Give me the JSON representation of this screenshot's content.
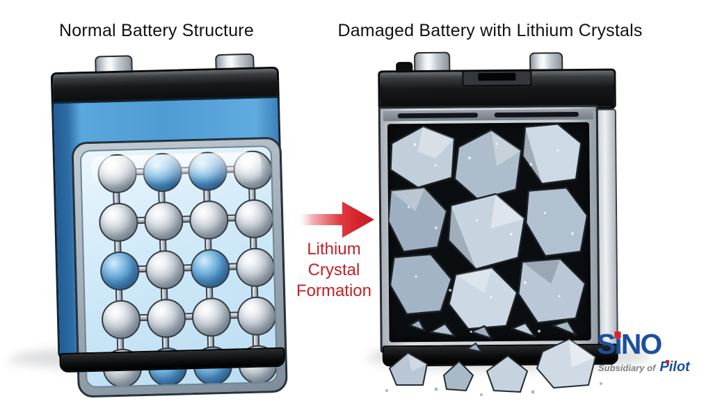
{
  "left_figure": {
    "title": "Normal Battery Structure",
    "battery_lattice": {
      "columns": 4,
      "rows": 5,
      "cells": [
        [
          "silver",
          "blue",
          "blue",
          "silver"
        ],
        [
          "silver",
          "silver",
          "silver",
          "silver"
        ],
        [
          "blue",
          "silver",
          "blue",
          "silver"
        ],
        [
          "silver",
          "silver",
          "silver",
          "silver"
        ],
        [
          "silver",
          "blue",
          "blue",
          "silver"
        ]
      ]
    }
  },
  "transition": {
    "line1": "Lithium",
    "line2": "Crystal",
    "line3": "Formation",
    "arrow_direction": "right"
  },
  "right_figure": {
    "title": "Damaged Battery with Lithium Crystals",
    "contents": "lithium-crystals"
  },
  "logo": {
    "brand_full": "SiNO",
    "brand_s": "S",
    "brand_i": "i",
    "brand_no": "NO",
    "subsidiary_text": "Subsidiary of",
    "subsidiary_brand": "Pilot"
  },
  "colors": {
    "arrow_red": "#d2232a",
    "label_red": "#c22127",
    "brand_blue": "#1c4f9d",
    "accent_red": "#d8232a",
    "battery_blue": "#4f9cd3",
    "panel_blue": "#cfe9f8",
    "crystal_gray": "#c2cfdb",
    "interior_black": "#0b0e11"
  }
}
